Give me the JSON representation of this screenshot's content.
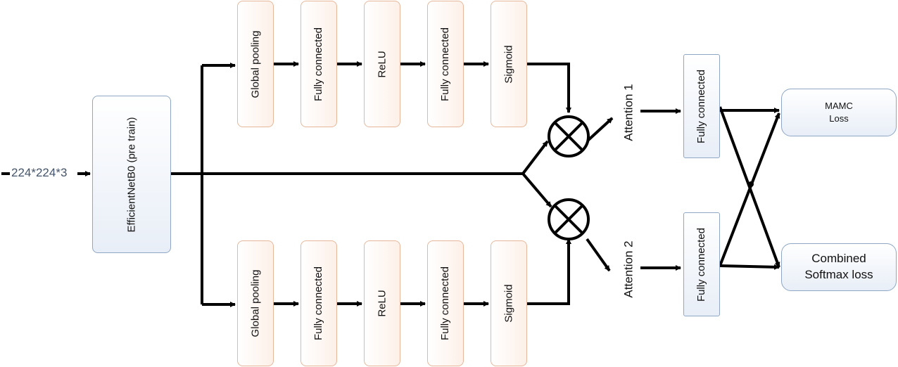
{
  "input": {
    "label": "224*224*3",
    "color": "#44546a"
  },
  "backbone": {
    "label": "EfficientNetB0 (pre train)"
  },
  "top_branch": [
    "Global pooling",
    "Fully connected",
    "ReLU",
    "Fully connected",
    "Sigmoid"
  ],
  "bottom_branch": [
    "Global pooling",
    "Fully connected",
    "ReLU",
    "Fully connected",
    "Sigmoid"
  ],
  "attention": {
    "first": "Attention 1",
    "second": "Attention 2"
  },
  "fc_right": {
    "top": "Fully connected",
    "bottom": "Fully connected"
  },
  "losses": {
    "mamc": {
      "line1": "MAMC",
      "line2": "Loss"
    },
    "combined": {
      "line1": "Combined",
      "line2": "Softmax loss"
    }
  },
  "operators": {
    "multiply_symbol": "⊗"
  },
  "colors": {
    "step_border": "#e7b79b",
    "blue_border": "#8fa6c4",
    "line": "#000000"
  }
}
